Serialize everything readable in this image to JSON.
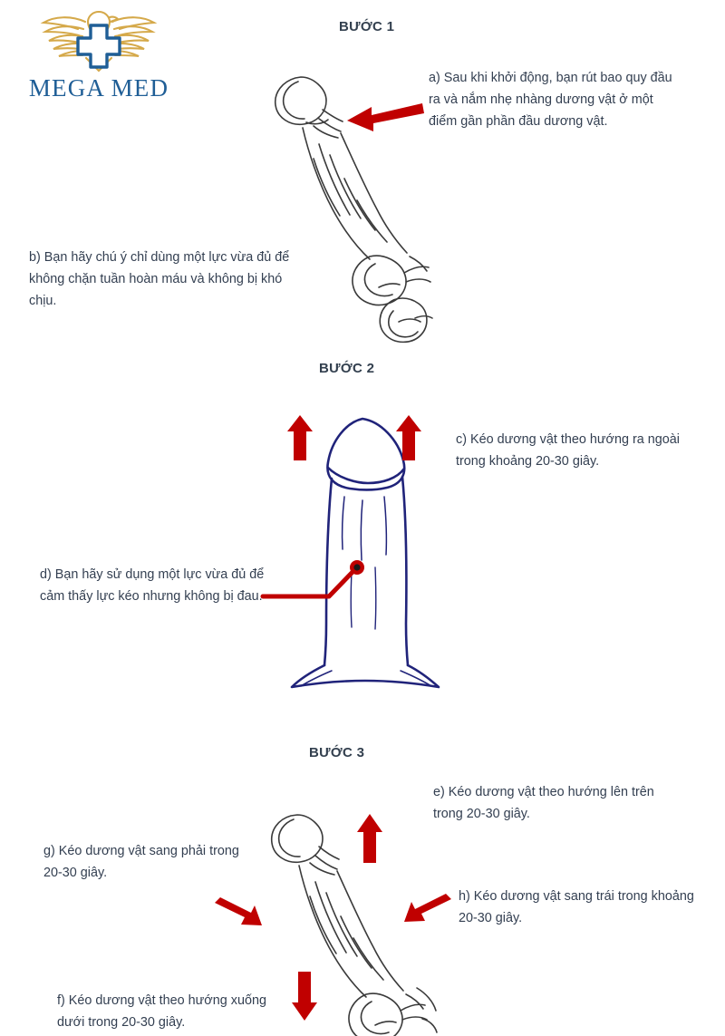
{
  "brand": {
    "wordmark": "MEGA MED",
    "logo_icon": "winged-medical-cross-icon",
    "gold_color": "#d5a94a",
    "blue_color": "#1f5e96"
  },
  "palette": {
    "arrow_red": "#c00000",
    "ink_black": "#3a3a3a",
    "ink_navy": "#20237a",
    "text": "#333f51"
  },
  "steps": [
    {
      "heading": "BƯỚC 1",
      "illustration": "penis-sketch-grayscale",
      "arrows": [
        {
          "name": "arrow-pointing-left-to-glans",
          "direction": "left",
          "color": "#c00000"
        }
      ],
      "captions": [
        {
          "key": "a",
          "text": "a) Sau khi khởi động, bạn rút bao quy đầu ra và nắm nhẹ nhàng dương vật ở một điểm gần phần đầu dương vật."
        },
        {
          "key": "b",
          "text": "b) Bạn hãy chú ý chỉ dùng một lực vừa đủ để không chặn tuần hoàn máu và không bị khó chịu."
        }
      ]
    },
    {
      "heading": "BƯỚC 2",
      "illustration": "penis-sketch-navy-front-view",
      "arrows": [
        {
          "name": "arrow-up-left",
          "direction": "up",
          "color": "#c00000"
        },
        {
          "name": "arrow-up-right",
          "direction": "up",
          "color": "#c00000"
        },
        {
          "name": "pointer-line-with-dot",
          "direction": "pointer",
          "color": "#c00000"
        }
      ],
      "captions": [
        {
          "key": "c",
          "text": "c) Kéo dương vật theo hướng ra ngoài trong khoảng 20-30 giây."
        },
        {
          "key": "d",
          "text": "d) Bạn hãy sử dụng một lực vừa đủ để cảm thấy lực kéo nhưng không bị đau."
        }
      ]
    },
    {
      "heading": "BƯỚC 3",
      "illustration": "penis-sketch-grayscale-with-scrotum",
      "arrows": [
        {
          "name": "arrow-up",
          "direction": "up",
          "color": "#c00000"
        },
        {
          "name": "arrow-down",
          "direction": "down",
          "color": "#c00000"
        },
        {
          "name": "arrow-diagonal-up-left",
          "direction": "up-left",
          "color": "#c00000"
        },
        {
          "name": "arrow-diagonal-up-right",
          "direction": "up-right",
          "color": "#c00000"
        }
      ],
      "captions": [
        {
          "key": "e",
          "text": "e) Kéo dương vật theo hướng lên trên trong 20-30 giây."
        },
        {
          "key": "g",
          "text": "g) Kéo dương vật sang phải trong 20-30 giây."
        },
        {
          "key": "h",
          "text": "h) Kéo dương vật sang trái trong khoảng 20-30 giây."
        },
        {
          "key": "f",
          "text": "f) Kéo dương vật theo hướng xuống dưới trong 20-30 giây."
        }
      ]
    }
  ]
}
